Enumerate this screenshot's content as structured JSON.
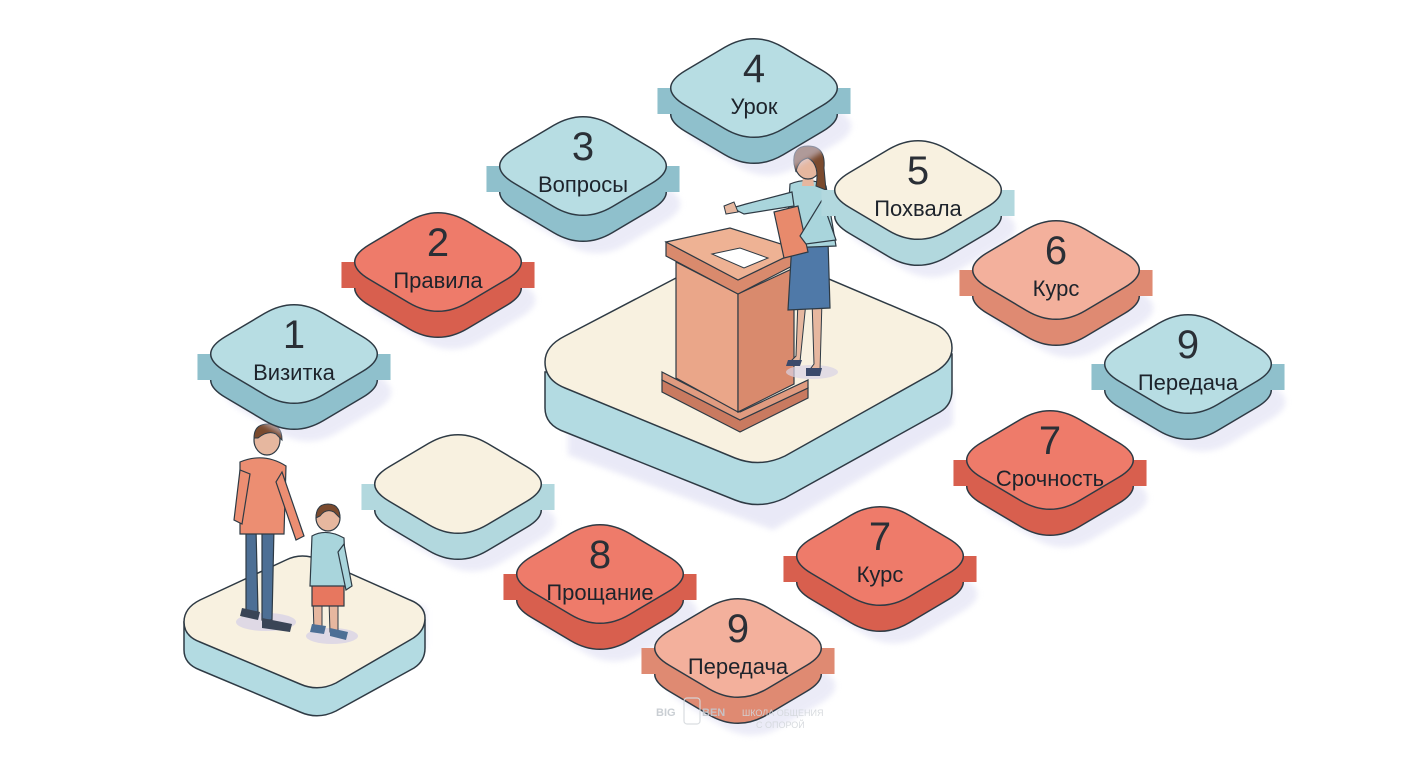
{
  "colors": {
    "blue_top": "#b7dde3",
    "blue_side": "#8fc0cc",
    "red_top": "#ee7b6a",
    "red_side": "#d85f4e",
    "salmon_top": "#f3b09c",
    "salmon_side": "#df8a72",
    "cream_top": "#f8f1e0",
    "cream_side": "#b2d8de",
    "outline": "#2e3a44",
    "shadow": "#dcdcf2"
  },
  "steps": [
    {
      "id": "1",
      "label": "Визитка",
      "tone": "blue"
    },
    {
      "id": "2",
      "label": "Правила",
      "tone": "red"
    },
    {
      "id": "3",
      "label": "Вопросы",
      "tone": "blue"
    },
    {
      "id": "4",
      "label": "Урок",
      "tone": "blue"
    },
    {
      "id": "5",
      "label": "Похвала",
      "tone": "cream"
    },
    {
      "id": "6",
      "label": "Курс",
      "tone": "salmon"
    },
    {
      "id": "9",
      "label": "Передача",
      "tone": "blue"
    },
    {
      "id": "7",
      "label": "Срочность",
      "tone": "red"
    },
    {
      "id": "7",
      "label": "Курс",
      "tone": "red"
    },
    {
      "id": "8",
      "label": "Прощание",
      "tone": "red"
    },
    {
      "id": "9",
      "label": "Передача",
      "tone": "salmon"
    },
    {
      "id": "",
      "label": "",
      "tone": "cream"
    }
  ],
  "watermark": {
    "brand_left": "BIG",
    "brand_right": "BEN",
    "sub_1": "ШКОЛА ОБЩЕНИЯ",
    "sub_2": "С ОПОРОЙ"
  }
}
